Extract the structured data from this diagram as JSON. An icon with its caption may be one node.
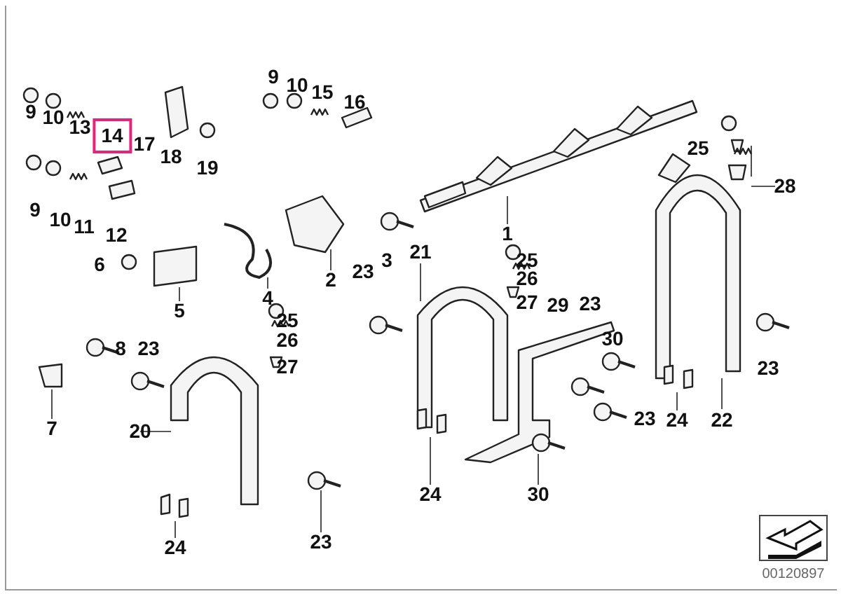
{
  "diagram": {
    "labels": [
      "9",
      "10",
      "15",
      "16",
      "9",
      "10",
      "13",
      "14",
      "17",
      "25",
      "18",
      "19",
      "28",
      "9",
      "10",
      "11",
      "1",
      "12",
      "21",
      "3",
      "25",
      "6",
      "23",
      "26",
      "2",
      "4",
      "27",
      "23",
      "29",
      "5",
      "25",
      "30",
      "26",
      "8",
      "23",
      "27",
      "23",
      "23",
      "24",
      "22",
      "7",
      "20",
      "24",
      "30",
      "23",
      "24",
      "00120897"
    ]
  }
}
